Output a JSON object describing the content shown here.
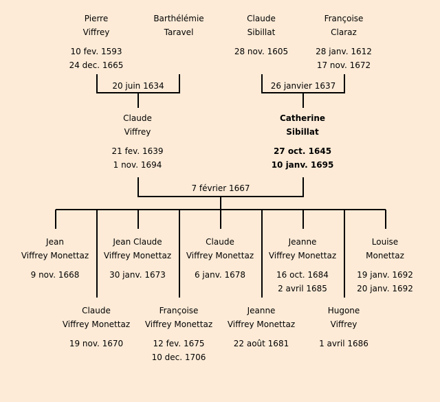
{
  "grandparents": [
    {
      "first": "Pierre",
      "last": "Viffrey",
      "birth": "10 fev. 1593",
      "death": "24 dec. 1665"
    },
    {
      "first": "Barthélémie",
      "last": "Taravel",
      "birth": "",
      "death": ""
    },
    {
      "first": "Claude",
      "last": "Sibillat",
      "birth": "28 nov. 1605",
      "death": ""
    },
    {
      "first": "Françoise",
      "last": "Claraz",
      "birth": "28 janv. 1612",
      "death": "17 nov. 1672"
    }
  ],
  "marriages": {
    "left": "20 juin 1634",
    "right": "26 janvier 1637",
    "parents": "7 février 1667"
  },
  "parents": [
    {
      "first": "Claude",
      "last": "Viffrey",
      "birth": "21 fev. 1639",
      "death": "1 nov. 1694"
    },
    {
      "first": "Catherine",
      "last": "Sibillat",
      "birth": "27 oct. 1645",
      "death": "10 janv. 1695",
      "highlighted": true
    }
  ],
  "children_row1": [
    {
      "first": "Jean",
      "last": "Viffrey Monettaz",
      "birth": "9 nov. 1668",
      "death": ""
    },
    {
      "first": "Jean Claude",
      "last": "Viffrey Monettaz",
      "birth": "30 janv. 1673",
      "death": ""
    },
    {
      "first": "Claude",
      "last": "Viffrey Monettaz",
      "birth": "6 janv. 1678",
      "death": ""
    },
    {
      "first": "Jeanne",
      "last": "Viffrey Monettaz",
      "birth": "16 oct. 1684",
      "death": "2 avril 1685"
    },
    {
      "first": "Louise",
      "last": "Monettaz",
      "birth": "19 janv. 1692",
      "death": "20 janv. 1692"
    }
  ],
  "children_row2": [
    {
      "first": "Claude",
      "last": "Viffrey Monettaz",
      "birth": "19 nov. 1670",
      "death": ""
    },
    {
      "first": "Françoise",
      "last": "Viffrey Monettaz",
      "birth": "12 fev. 1675",
      "death": "10 dec. 1706"
    },
    {
      "first": "Jeanne",
      "last": "Viffrey Monettaz",
      "birth": "22 août 1681",
      "death": ""
    },
    {
      "first": "Hugone",
      "last": "Viffrey",
      "birth": "1 avril 1686",
      "death": ""
    }
  ]
}
